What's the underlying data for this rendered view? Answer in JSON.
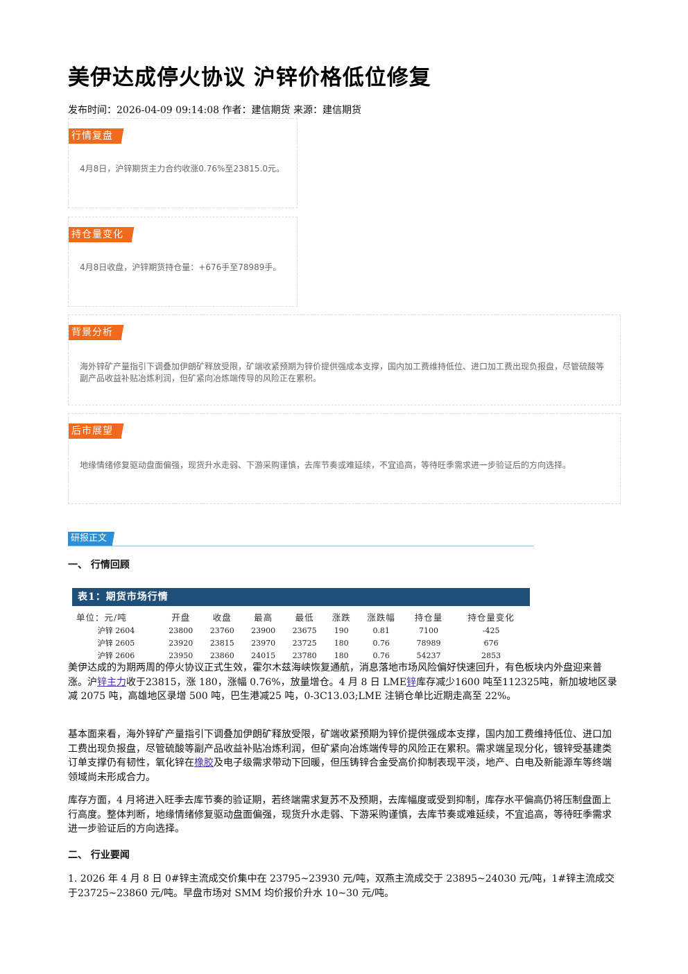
{
  "article": {
    "title": "美伊达成停火协议 沪锌价格低位修复",
    "meta": "发布时间：2026-04-09 09:14:08 作者：建信期货 来源：建信期货"
  },
  "boxes": [
    {
      "tag": "行情复盘",
      "text": "4月8日，沪锌期货主力合约收涨0.76%至23815.0元。"
    },
    {
      "tag": "持仓量变化",
      "text": "4月8日收盘，沪锌期货持仓量：+676手至78989手。"
    },
    {
      "tag": "背景分析",
      "text": "海外锌矿产量指引下调叠加伊朗矿释放受限，矿端收紧预期为锌价提供强成本支撑，国内加工费维持低位、进口加工费出现负报盘，尽管硫酸等副产品收益补贴冶炼利润，但矿紧向冶炼端传导的风险正在累积。"
    },
    {
      "tag": "后市展望",
      "text": "地缘情绪修复驱动盘面偏强，现货升水走弱、下游采购谨慎，去库节奏或难延续，不宜追高，等待旺季需求进一步验证后的方向选择。"
    }
  ],
  "body_section": {
    "label": "研报正文",
    "h1": "一、 行情回顾",
    "h2": "二、 行业要闻"
  },
  "table": {
    "title": "表1：期货市场行情",
    "headers": [
      "单位：元/吨",
      "开盘",
      "收盘",
      "最高",
      "最低",
      "涨跌",
      "涨跌幅",
      "持仓量",
      "持仓量变化"
    ],
    "rows": [
      [
        "沪锌 2604",
        "23800",
        "23760",
        "23900",
        "23675",
        "190",
        "0.81",
        "7100",
        "-425"
      ],
      [
        "沪锌 2605",
        "23920",
        "23815",
        "23970",
        "23725",
        "180",
        "0.76",
        "78989",
        "676"
      ],
      [
        "沪锌 2606",
        "23950",
        "23860",
        "24015",
        "23780",
        "180",
        "0.76",
        "54237",
        "2853"
      ]
    ]
  },
  "paragraphs": {
    "p1_a": "美伊达成的为期两周的停火协议正式生效，霍尔木兹海峡恢复通航，消息落地市场风险偏好快速回升，有色板块内外盘迎来普涨。沪",
    "p1_link1": "锌主力",
    "p1_b": "收于23815，涨 180，涨幅 0.76%，放量增仓。4 月 8 日 LME",
    "p1_link2": "锌",
    "p1_c": "库存减少1600 吨至112325吨，新加坡地区录减 2075 吨，高雄地区录增 500 吨，巴生港减25 吨，0-3C13.03;LME 注销仓单比近期走高至 22%。",
    "p2_a": "基本面来看，海外锌矿产量指引下调叠加伊朗矿释放受限，矿端收紧预期为锌价提供强成本支撑，国内加工费维持低位、进口加工费出现负报盘，尽管硫酸等副产品收益补贴冶炼利润，但矿紧向冶炼端传导的风险正在累积。需求端呈现分化，镀锌受基建类订单支撑仍有韧性，氧化锌在",
    "p2_link": "橡胶",
    "p2_b": "及电子级需求带动下回暖，但压铸锌合金受高价抑制表现平淡，地产、白电及新能源车等终端领域尚未形成合力。",
    "p3": "库存方面，4 月将进入旺季去库节奏的验证期，若终端需求复苏不及预期，去库幅度或受到抑制，库存水平偏高仍将压制盘面上行高度。整体判断，地缘情绪修复驱动盘面偏强，现货升水走弱、下游采购谨慎，去库节奏或难延续，不宜追高，等待旺季需求进一步验证后的方向选择。",
    "p4": "1. 2026 年 4 月 8 日 0#锌主流成交价集中在 23795~23930 元/吨，双燕主流成交于 23895~24030 元/吨，1#锌主流成交于23725~23860 元/吨。早盘市场对 SMM 均价报价升水 10~30 元/吨。"
  }
}
